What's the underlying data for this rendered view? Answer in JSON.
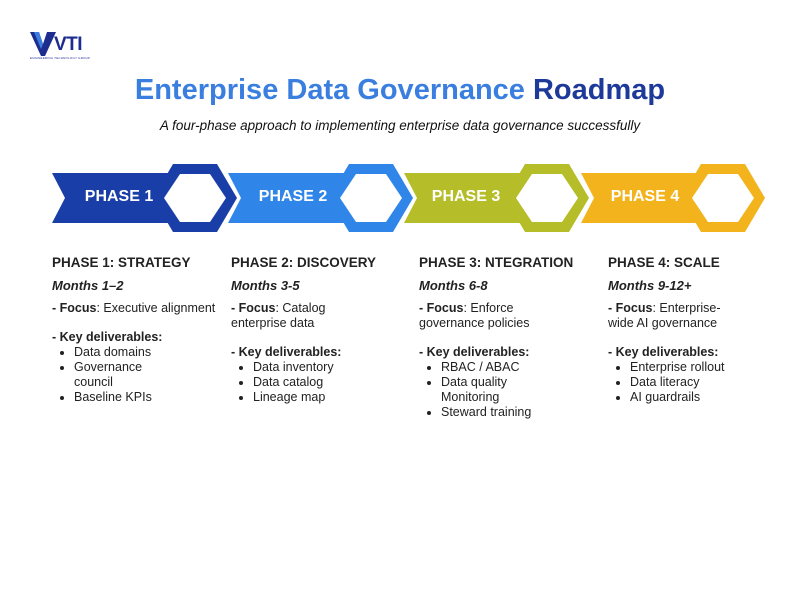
{
  "logo": {
    "text": "VTI",
    "tagline": "ENGINEERING TECHNOLOGY GROUP"
  },
  "title": {
    "part1": "Enterprise Data Governance",
    "part2": "Roadmap"
  },
  "subtitle": "A four-phase approach to implementing enterprise data governance successfully",
  "colors": {
    "phase1": "#1a3ea8",
    "phase2": "#2f86e8",
    "phase3": "#b5bd28",
    "phase4": "#f2b31c"
  },
  "phases": [
    {
      "label": "PHASE 1",
      "heading": "PHASE 1: STRATEGY",
      "months": "Months 1–2",
      "focus_label": "- Focus",
      "focus_text": ": Executive alignment",
      "deliverables_label": "- Key deliverables:",
      "deliverables": [
        "Data domains",
        "Governance council",
        "Baseline KPIs"
      ]
    },
    {
      "label": "PHASE 2",
      "heading": "PHASE 2: DISCOVERY",
      "months": "Months 3-5",
      "focus_label": "- Focus",
      "focus_text": ": Catalog enterprise data",
      "deliverables_label": "- Key deliverables:",
      "deliverables": [
        "Data inventory",
        "Data catalog",
        "Lineage map"
      ]
    },
    {
      "label": "PHASE 3",
      "heading": "PHASE 3: NTEGRATION",
      "months": "Months 6-8",
      "focus_label": "- Focus",
      "focus_text": ": Enforce governance policies",
      "deliverables_label": "- Key deliverables:",
      "deliverables": [
        "RBAC / ABAC",
        "Data quality Monitoring",
        "Steward training"
      ]
    },
    {
      "label": "PHASE 4",
      "heading": "PHASE 4: SCALE",
      "months": "Months 9-12+",
      "focus_label": "- Focus",
      "focus_text": ": Enterprise-wide AI governance",
      "deliverables_label": "- Key deliverables:",
      "deliverables": [
        "Enterprise rollout",
        "Data literacy",
        "AI guardrails"
      ]
    }
  ]
}
